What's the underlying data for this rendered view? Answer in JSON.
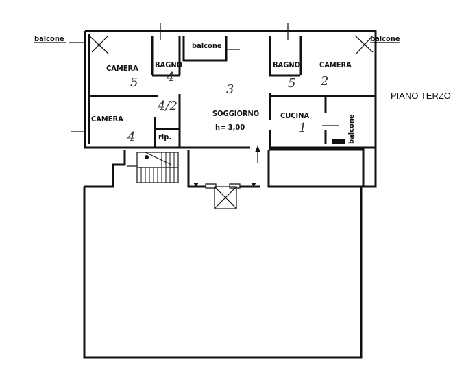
{
  "plan": {
    "title": "PIANO TERZO",
    "rooms": {
      "camera_nw": "CAMERA",
      "bagno_w": "BAGNO",
      "balcone_top": "balcone",
      "bagno_e": "BAGNO",
      "camera_ne": "CAMERA",
      "camera_w": "CAMERA",
      "soggiorno": "SOGGIORNO",
      "height": "h= 3,00",
      "cucina": "CUCINA",
      "balcone_right": "balcone",
      "ripostiglio": "rip."
    },
    "external": {
      "balcone_left": "balcone",
      "balcone_right": "balcone"
    },
    "handwritten": {
      "camera_nw": "5",
      "bagno_w": "4",
      "soggiorno": "3",
      "bagno_e": "5",
      "camera_ne": "2",
      "camera_w": "4",
      "hall": "4/2",
      "cucina": "1"
    }
  }
}
